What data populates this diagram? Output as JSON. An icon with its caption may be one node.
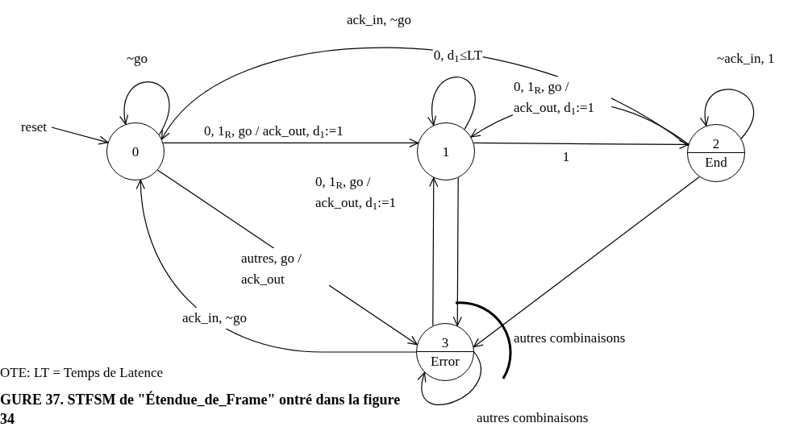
{
  "diagram": {
    "caption": "GURE 37. STFSM de \"Étendue_de_Frame\" ontré dans la figure 34",
    "nodes": [
      {
        "text": [
          "0"
        ]
      },
      {
        "text": [
          "1"
        ]
      },
      {
        "text": [
          "2",
          "End"
        ]
      },
      {
        "text": [
          "3",
          "Error"
        ]
      },
      {
        "text": [
          "reset"
        ]
      }
    ],
    "edges": [
      {
        "from": 4,
        "to": 0,
        "arrow": "to"
      },
      {
        "from": 0,
        "to": 0,
        "arrow": "to",
        "label": "~go"
      },
      {
        "from": 0,
        "to": 1,
        "arrow": "to",
        "label": "0, 1$_{R}$, go / ack_out, d$_{1}$:=1"
      },
      {
        "from": 1,
        "to": 1,
        "arrow": "to",
        "label": "0, d$_{1}$≤LT"
      },
      {
        "from": 1,
        "to": 2,
        "arrow": "to",
        "label": "1"
      },
      {
        "from": 2,
        "to": 1,
        "arrow": "to",
        "label": "0, 1$_{R}$, go / ack_out, d$_{1}$:=1"
      },
      {
        "from": 2,
        "to": 0,
        "arrow": "to",
        "label": "ack_in, ~go"
      },
      {
        "from": 2,
        "to": 2,
        "arrow": "to",
        "label": "~ack_in, 1"
      },
      {
        "from": 2,
        "to": 3,
        "arrow": "to"
      },
      {
        "from": 1,
        "to": 3,
        "arrow": "to"
      },
      {
        "from": 3,
        "to": 1,
        "arrow": "to",
        "label": "0, 1$_{R}$, go / ack_out, d$_{1}$:=1"
      },
      {
        "from": 0,
        "to": 3,
        "arrow": "to",
        "label": "autres, go / ack_out"
      },
      {
        "from": 3,
        "to": 0,
        "arrow": "to",
        "label": "ack_in, ~go"
      },
      {
        "from": 3,
        "to": 3,
        "arrow": "to",
        "label": "autres combinaisons"
      }
    ],
    "labels": [
      "autres combinaisons",
      "OTE: LT = Temps de Latence"
    ]
  }
}
